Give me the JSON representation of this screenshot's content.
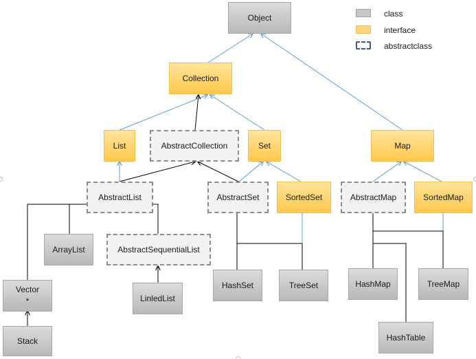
{
  "legend": {
    "class": "class",
    "interface": "interface",
    "abstract": "abstractclass"
  },
  "colors": {
    "class": "#c8c8c8",
    "interface": "#ffd15e",
    "abstract_border": "#8c8c8c",
    "implements_arrow": "#5b9bd5",
    "extends_arrow": "#000000"
  },
  "nodes": {
    "object": "Object",
    "collection": "Collection",
    "list": "List",
    "abstract_collection": "AbstractCollection",
    "set": "Set",
    "map": "Map",
    "abstract_list": "AbstractList",
    "abstract_set": "AbstractSet",
    "sorted_set": "SortedSet",
    "abstract_map": "AbstractMap",
    "sorted_map": "SortedMap",
    "array_list": "ArrayList",
    "abstract_sequential_list": "AbstractSequentialList",
    "vector": "Vector\n*",
    "linked_list": "LinledList",
    "hash_set": "HashSet",
    "tree_set": "TreeSet",
    "hash_map": "HashMap",
    "tree_map": "TreeMap",
    "stack": "Stack",
    "hash_table": "HashTable"
  }
}
